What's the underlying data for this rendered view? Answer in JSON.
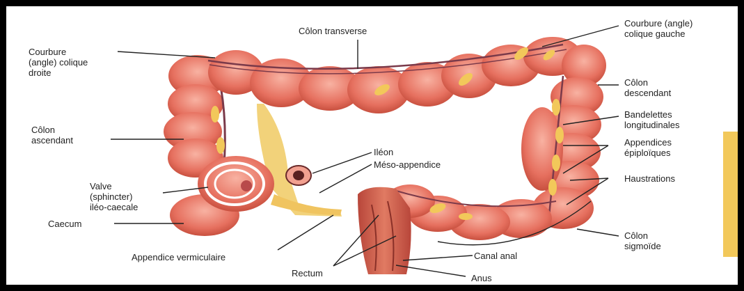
{
  "labels": {
    "colon_transverse": "Côlon transverse",
    "courbure_droite": "Courbure\n(angle) colique\ndroite",
    "courbure_gauche": "Courbure (angle)\ncolique gauche",
    "colon_ascendant": "Côlon\nascendant",
    "colon_descendant": "Côlon\ndescendant",
    "bandelettes": "Bandelettes\nlongitudinales",
    "appendices_epiploiques": "Appendices\népiploïques",
    "haustrations": "Haustrations",
    "ileon": "Iléon",
    "meso_appendice": "Méso-appendice",
    "valve": "Valve\n(sphincter)\niléo-caecale",
    "caecum": "Caecum",
    "appendice_vermiculaire": "Appendice vermiculaire",
    "rectum": "Rectum",
    "canal_anal": "Canal anal",
    "anus": "Anus",
    "colon_sigmoide": "Côlon\nsigmoïde"
  },
  "colors": {
    "colon": "#e8766a",
    "colon_light": "#f4a090",
    "fat": "#f2c85a",
    "rectum": "#d0604a",
    "background": "#ffffff",
    "frame": "#000000"
  }
}
